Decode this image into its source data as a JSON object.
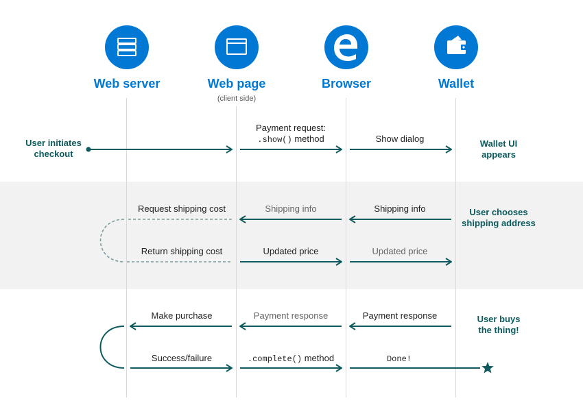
{
  "colors": {
    "accent": "#0078d4",
    "arrow": "#0e5a5e",
    "band": "#f2f2f2",
    "lifeline": "#d9d9d9"
  },
  "actors": [
    {
      "name": "Web server",
      "icon": "server-icon"
    },
    {
      "name": "Web page",
      "sub": "(client side)",
      "icon": "window-icon"
    },
    {
      "name": "Browser",
      "icon": "edge-browser-icon"
    },
    {
      "name": "Wallet",
      "icon": "wallet-icon"
    }
  ],
  "notes": {
    "user_initiates_1": "User initiates",
    "user_initiates_2": "checkout",
    "wallet_ui_1": "Wallet UI",
    "wallet_ui_2": "appears",
    "user_chooses_1": "User chooses",
    "user_chooses_2": "shipping address",
    "user_buys_1": "User buys",
    "user_buys_2": "the thing!"
  },
  "messages": {
    "payment_request_1": "Payment request:",
    "payment_request_code": ".show()",
    "payment_request_rest": " method",
    "show_dialog": "Show dialog",
    "request_shipping_cost": "Request shipping cost",
    "shipping_info_page": "Shipping info",
    "shipping_info_browser": "Shipping info",
    "return_shipping_cost": "Return shipping cost",
    "updated_price_page": "Updated price",
    "updated_price_browser": "Updated price",
    "make_purchase": "Make purchase",
    "payment_response_page": "Payment response",
    "payment_response_browser": "Payment response",
    "success_failure": "Success/failure",
    "complete_code": ".complete()",
    "complete_rest": " method",
    "done": "Done!"
  }
}
